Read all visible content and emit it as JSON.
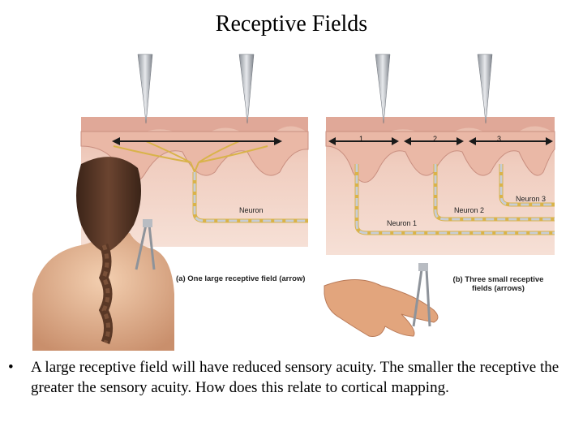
{
  "slide": {
    "title": "Receptive Fields",
    "bullet_symbol": "•",
    "bullet_text": "A large receptive field will have reduced sensory acuity. The smaller the receptive  the greater the sensory acuity. How does this relate to cortical mapping."
  },
  "figure": {
    "panel_a": {
      "caption": "(a) One large receptive field (arrow)",
      "neuron_label": "Neuron"
    },
    "panel_b": {
      "caption_line1": "(b) Three small receptive",
      "caption_line2": "fields (arrows)",
      "neuron_labels": [
        "Neuron 1",
        "Neuron 2",
        "Neuron 3"
      ],
      "field_numbers": [
        "1",
        "2",
        "3"
      ]
    }
  },
  "colors": {
    "skin_surface": "#e9b7a6",
    "dermis": "#f3d6cc",
    "nerve": "#d9b34a",
    "arrow": "#1a1a1a",
    "needle": "#b8bcc2"
  }
}
